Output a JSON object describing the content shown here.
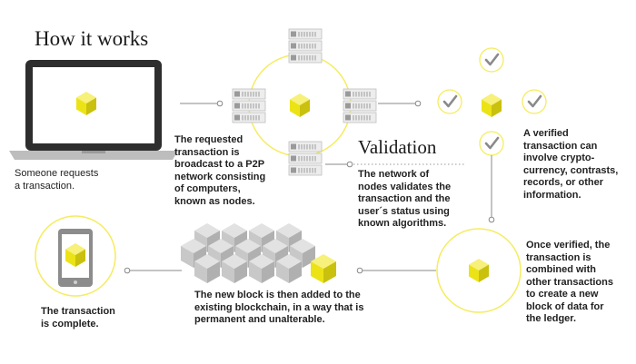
{
  "title": "How it works",
  "validation_heading": "Validation",
  "steps": {
    "request": "Someone requests\na transaction.",
    "broadcast": "The requested\ntransaction is\nbroadcast to a P2P\nnetwork consisting\nof computers,\nknown as nodes.",
    "validate": "The network of\nnodes validates the\ntransaction and the\nuser´s status using\nknown algorithms.",
    "verified": "A verified\ntransaction can\ninvolve crypto-\ncurrency, contrasts,\nrecords, or other\ninformation.",
    "combined": "Once verified, the\ntransaction is\ncombined with\nother transactions\nto create a new\nblock of data for\nthe ledger.",
    "added": "The new block is then added to the\nexisting blockchain, in a way that is\npermanent and unalterable.",
    "complete": "The transaction\nis complete."
  },
  "colors": {
    "accent": "#ECE316",
    "accent_dark": "#BDB50F",
    "ring": "#F5EC5F",
    "line": "#888888"
  }
}
